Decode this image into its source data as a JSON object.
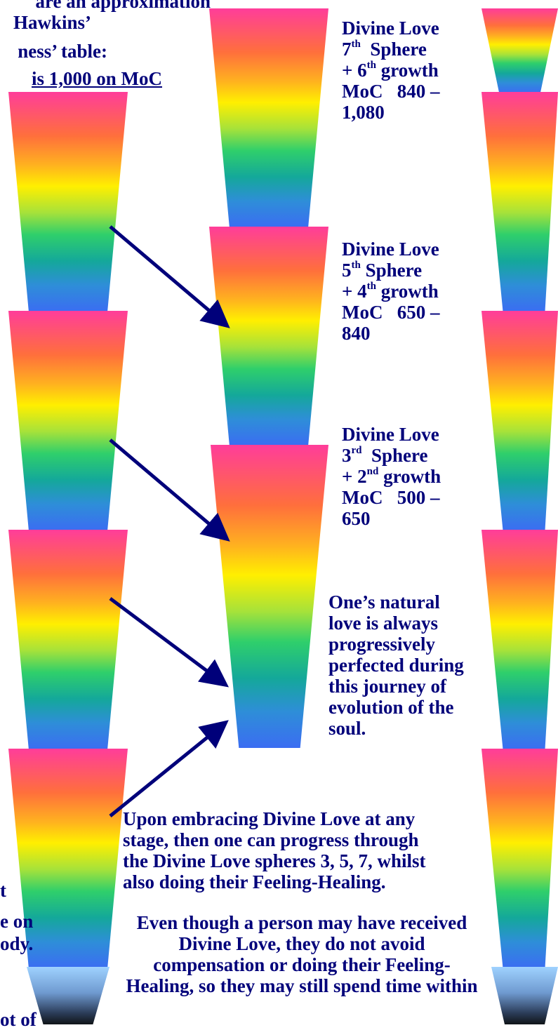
{
  "intro": {
    "line1": "are an approximation",
    "line2": "Hawkins’",
    "line3": "ness’ table:",
    "line4": "is 1,000 on MoC"
  },
  "spheres": [
    {
      "title": "Divine Love",
      "num": "7",
      "sup": "th",
      "word": "Sphere",
      "growth_num": "+ 6",
      "growth_sup": "th",
      "growth_word": "growth",
      "moc_a": "MoC",
      "moc_b": "840 –",
      "moc_c": "1,080"
    },
    {
      "title": "Divine Love",
      "num": "5",
      "sup": "th",
      "word": "Sphere",
      "growth_num": "+ 4",
      "growth_sup": "th",
      "growth_word": "growth",
      "moc_a": "MoC",
      "moc_b": "650 –",
      "moc_c": "840"
    },
    {
      "title": "Divine Love",
      "num": "3",
      "sup": "rd",
      "word": "Sphere",
      "growth_num": "+ 2",
      "growth_sup": "nd",
      "growth_word": "growth",
      "moc_a": "MoC",
      "moc_b": "500 –",
      "moc_c": "650"
    }
  ],
  "natural_love": [
    "One’s natural",
    "love is always",
    "progressively",
    "perfected during",
    "this journey of",
    "evolution of the",
    "soul."
  ],
  "embracing": [
    "Upon embracing Divine Love at any",
    "stage, then one can progress through",
    "the Divine Love spheres 3, 5, 7, whilst",
    "also doing their Feeling-Healing."
  ],
  "even_though": [
    "Even though a person may have received",
    "Divine Love, they do not avoid",
    "compensation or doing their Feeling-",
    "Healing, so they may still spend time within"
  ],
  "left_fragments": [
    "t",
    "e on",
    "ody.",
    "ot of"
  ]
}
